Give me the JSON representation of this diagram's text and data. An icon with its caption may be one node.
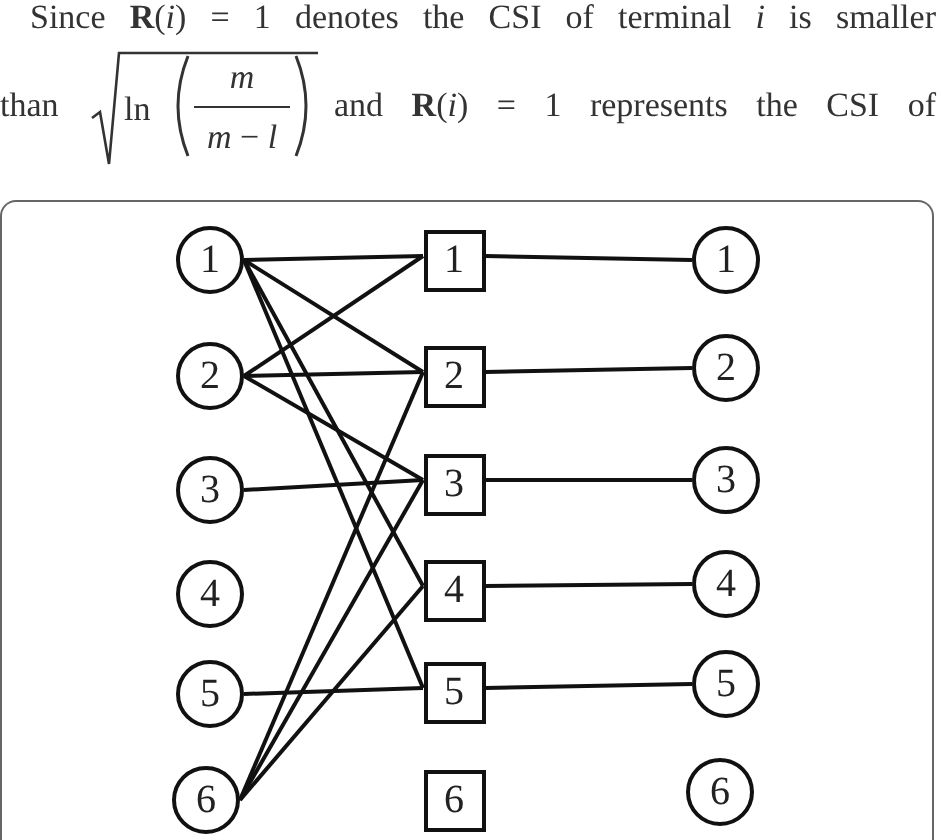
{
  "diagram": {
    "nodes": [
      {
        "text": [
          "1"
        ]
      },
      {
        "text": [
          "2"
        ]
      },
      {
        "text": [
          "3"
        ]
      },
      {
        "text": [
          "4"
        ]
      },
      {
        "text": [
          "5"
        ]
      },
      {
        "text": [
          "6"
        ]
      },
      {
        "text": [
          "1"
        ]
      },
      {
        "text": [
          "2"
        ]
      },
      {
        "text": [
          "3"
        ]
      },
      {
        "text": [
          "4"
        ]
      },
      {
        "text": [
          "5"
        ]
      },
      {
        "text": [
          "6"
        ]
      },
      {
        "text": [
          "1"
        ]
      },
      {
        "text": [
          "2"
        ]
      },
      {
        "text": [
          "3"
        ]
      },
      {
        "text": [
          "4"
        ]
      },
      {
        "text": [
          "5"
        ]
      },
      {
        "text": [
          "6"
        ]
      }
    ],
    "edges": [
      {
        "from": 0,
        "to": 6,
        "arrow": "none"
      },
      {
        "from": 0,
        "to": 7,
        "arrow": "none"
      },
      {
        "from": 0,
        "to": 9,
        "arrow": "none"
      },
      {
        "from": 0,
        "to": 10,
        "arrow": "none"
      },
      {
        "from": 1,
        "to": 6,
        "arrow": "none"
      },
      {
        "from": 1,
        "to": 7,
        "arrow": "none"
      },
      {
        "from": 1,
        "to": 8,
        "arrow": "none"
      },
      {
        "from": 2,
        "to": 8,
        "arrow": "none"
      },
      {
        "from": 4,
        "to": 10,
        "arrow": "none"
      },
      {
        "from": 5,
        "to": 7,
        "arrow": "none"
      },
      {
        "from": 5,
        "to": 8,
        "arrow": "none"
      },
      {
        "from": 5,
        "to": 9,
        "arrow": "none"
      },
      {
        "from": 6,
        "to": 12,
        "arrow": "none"
      },
      {
        "from": 7,
        "to": 13,
        "arrow": "none"
      },
      {
        "from": 8,
        "to": 14,
        "arrow": "none"
      },
      {
        "from": 9,
        "to": 15,
        "arrow": "none"
      },
      {
        "from": 10,
        "to": 16,
        "arrow": "none"
      }
    ],
    "labels": [
      "Since **R**(*i*) = 1 denotes the CSI of terminal *i* is smaller",
      "than",
      "ln",
      "m",
      "*m* − *l*",
      "and **R**(*i*) = 1 represents the CSI of"
    ]
  }
}
